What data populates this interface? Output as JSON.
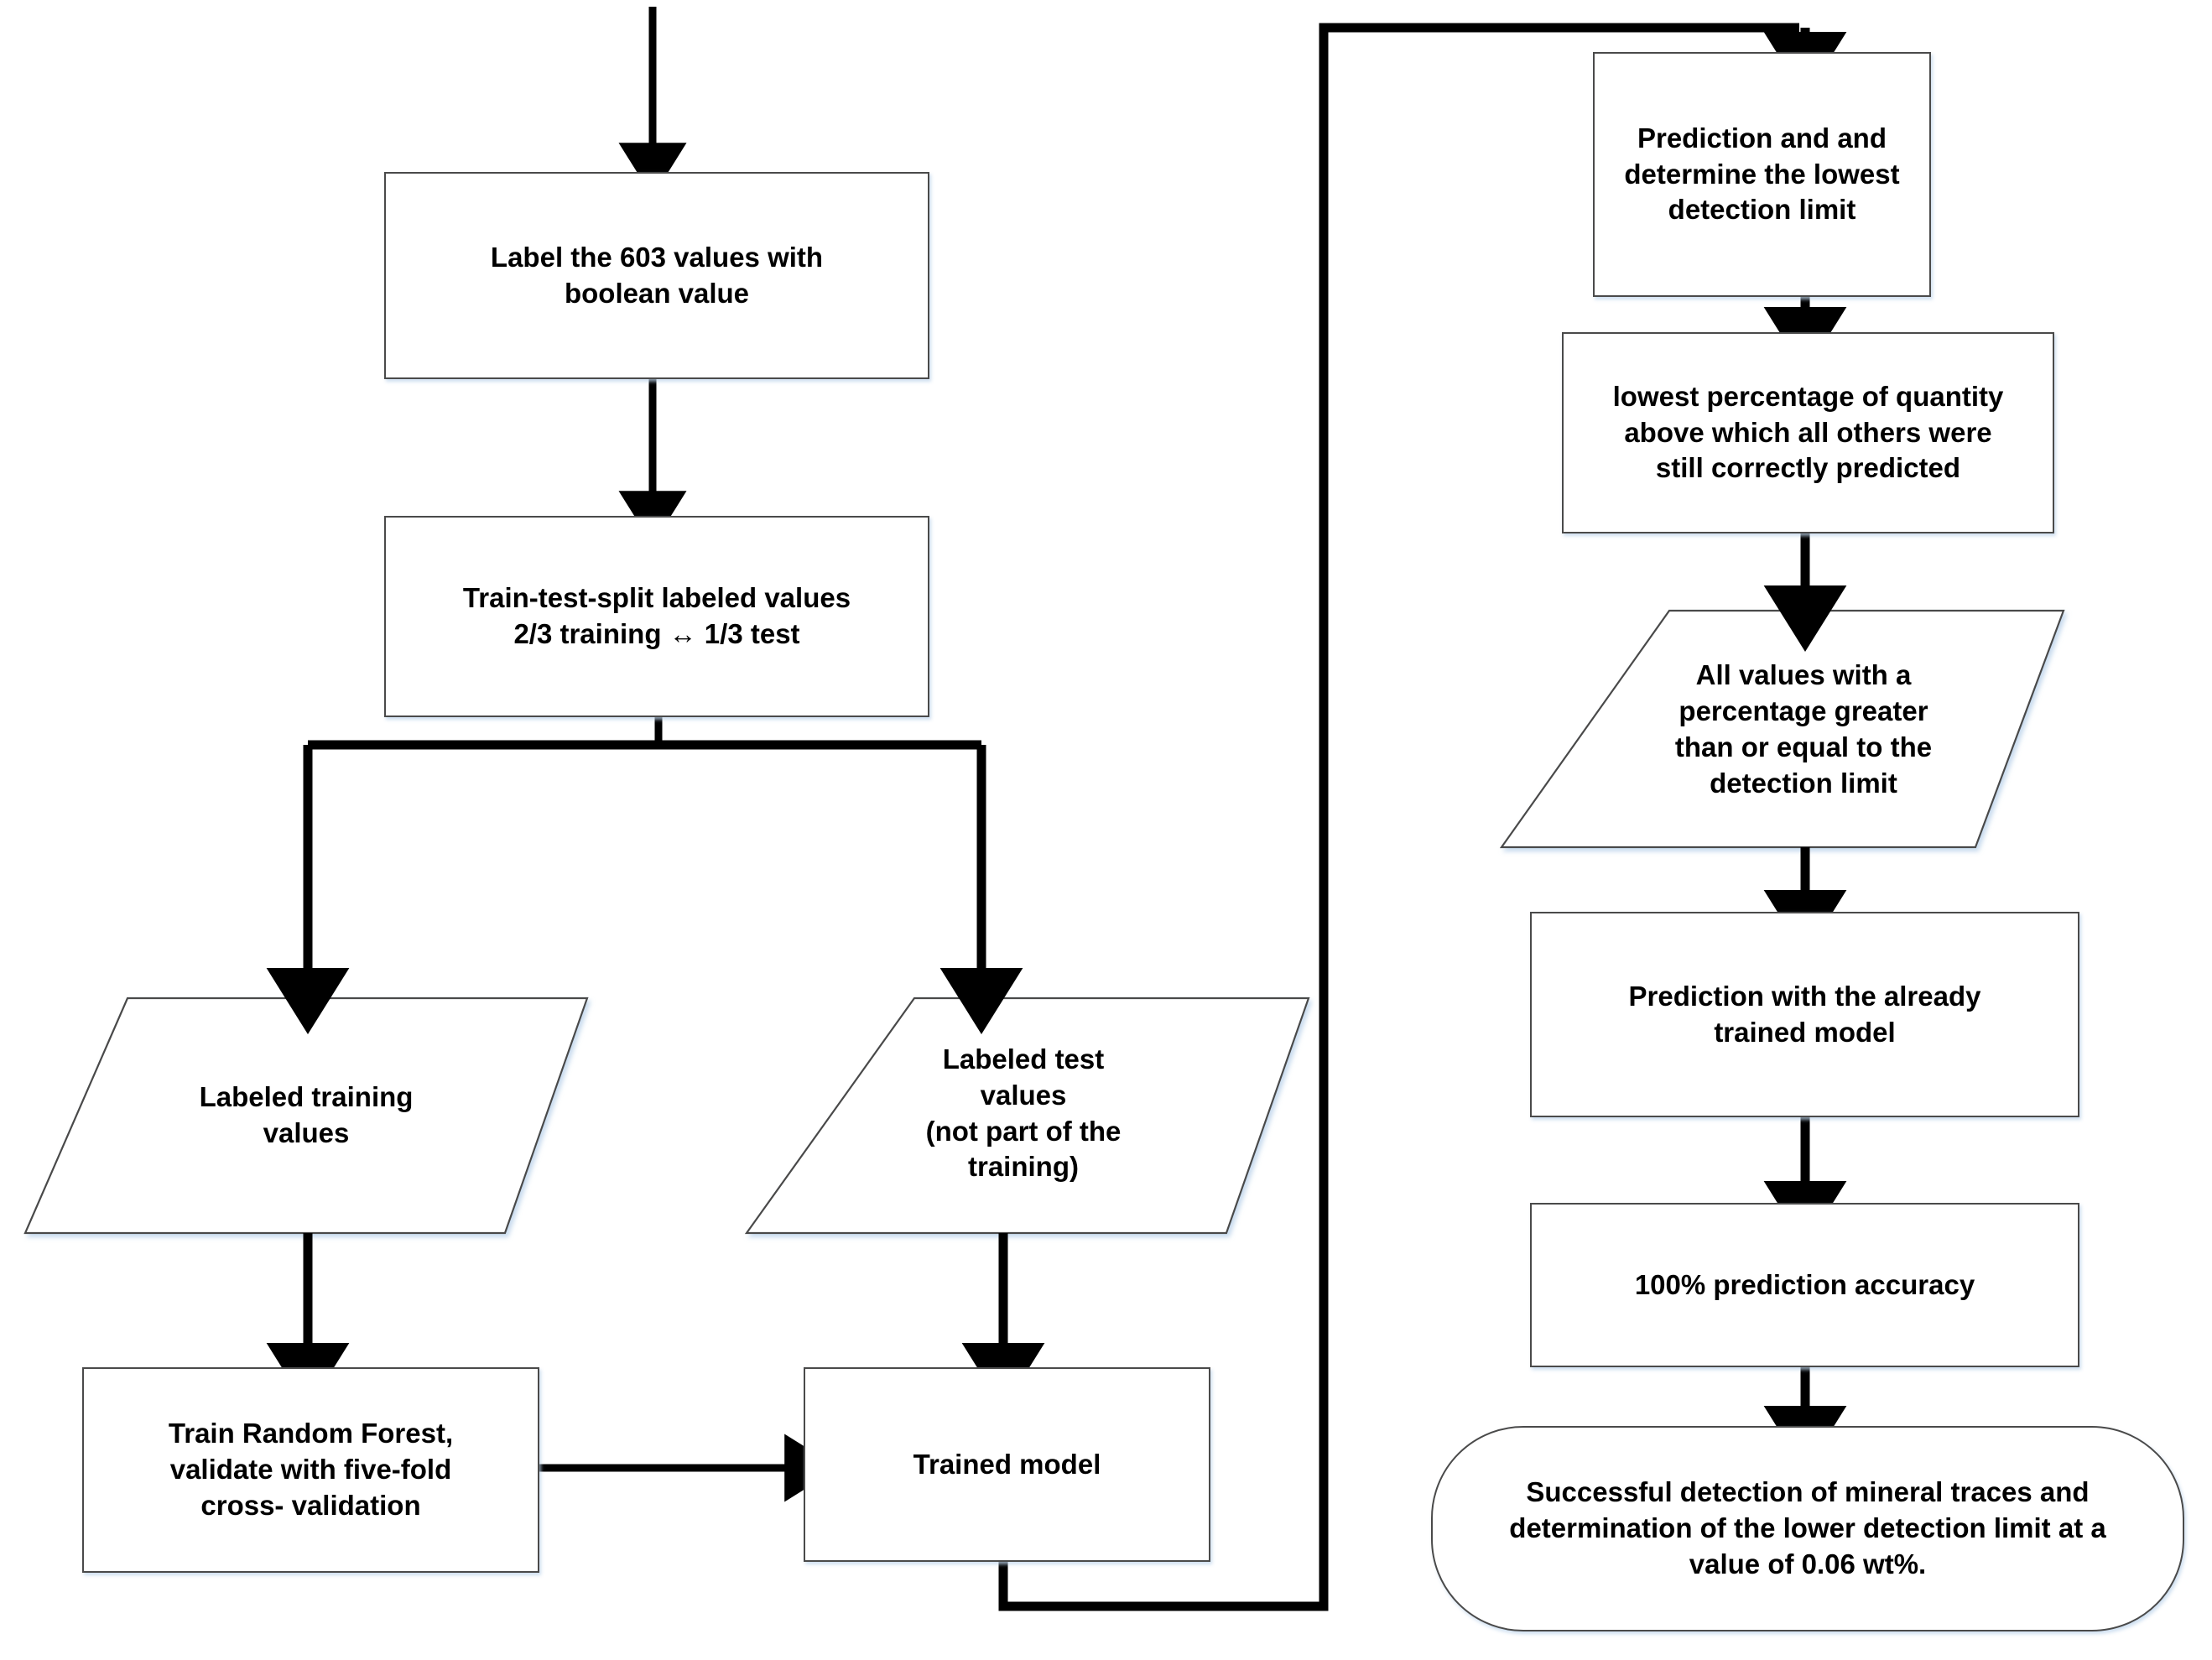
{
  "diagram": {
    "title": "Machine learning workflow for mineral trace detection",
    "type": "flowchart",
    "background_color": "#ffffff",
    "text_color": "#000000",
    "shape_border_color": "#4a4a4a",
    "connector_color": "#000000",
    "shadow_color": "#bed4eb"
  },
  "nodes": {
    "label_values": {
      "text": "Label the 603 values with\nboolean value",
      "shape": "process"
    },
    "train_test_split": {
      "text": "Train-test-split labeled values\n2/3 training ↔ 1/3 test",
      "shape": "process"
    },
    "labeled_training_values": {
      "text": "Labeled training\nvalues",
      "shape": "data-parallelogram"
    },
    "labeled_test_values": {
      "text": "Labeled test\nvalues\n(not part of the\ntraining)",
      "shape": "data-parallelogram"
    },
    "train_random_forest": {
      "text": "Train Random Forest,\nvalidate with five-fold\ncross- validation",
      "shape": "process"
    },
    "trained_model": {
      "text": "Trained model",
      "shape": "process"
    },
    "prediction_detection_limit": {
      "text": "Prediction and and\ndetermine the lowest\ndetection limit",
      "shape": "process"
    },
    "lowest_percentage": {
      "text": "lowest percentage of quantity\nabove which all others were\nstill correctly predicted",
      "shape": "process"
    },
    "all_values_above_limit": {
      "text": "All values with a\npercentage greater\nthan or equal to the\ndetection limit",
      "shape": "data-parallelogram"
    },
    "prediction_trained_model": {
      "text": "Prediction with the already\ntrained model",
      "shape": "process"
    },
    "accuracy": {
      "text": "100% prediction accuracy",
      "shape": "process"
    },
    "conclusion": {
      "text": "Successful detection of  mineral traces and\ndetermination of the lower detection limit at a\nvalue of 0.06 wt%.",
      "shape": "terminator"
    }
  },
  "edges": [
    {
      "name": "entry-to-label",
      "from": "(top)",
      "to": "label_values"
    },
    {
      "name": "label-to-split",
      "from": "label_values",
      "to": "train_test_split"
    },
    {
      "name": "split-to-training",
      "from": "train_test_split",
      "to": "labeled_training_values"
    },
    {
      "name": "split-to-test",
      "from": "train_test_split",
      "to": "labeled_test_values"
    },
    {
      "name": "training-to-rf",
      "from": "labeled_training_values",
      "to": "train_random_forest"
    },
    {
      "name": "test-to-trained-model",
      "from": "labeled_test_values",
      "to": "trained_model"
    },
    {
      "name": "rf-to-trained-model",
      "from": "train_random_forest",
      "to": "trained_model"
    },
    {
      "name": "trained-model-to-prediction",
      "from": "trained_model",
      "to": "prediction_detection_limit"
    },
    {
      "name": "prediction-to-lowest-percentage",
      "from": "prediction_detection_limit",
      "to": "lowest_percentage"
    },
    {
      "name": "lowest-percentage-to-all-values",
      "from": "lowest_percentage",
      "to": "all_values_above_limit"
    },
    {
      "name": "all-values-to-prediction-trained",
      "from": "all_values_above_limit",
      "to": "prediction_trained_model"
    },
    {
      "name": "prediction-trained-to-accuracy",
      "from": "prediction_trained_model",
      "to": "accuracy"
    },
    {
      "name": "accuracy-to-conclusion",
      "from": "accuracy",
      "to": "conclusion"
    }
  ]
}
